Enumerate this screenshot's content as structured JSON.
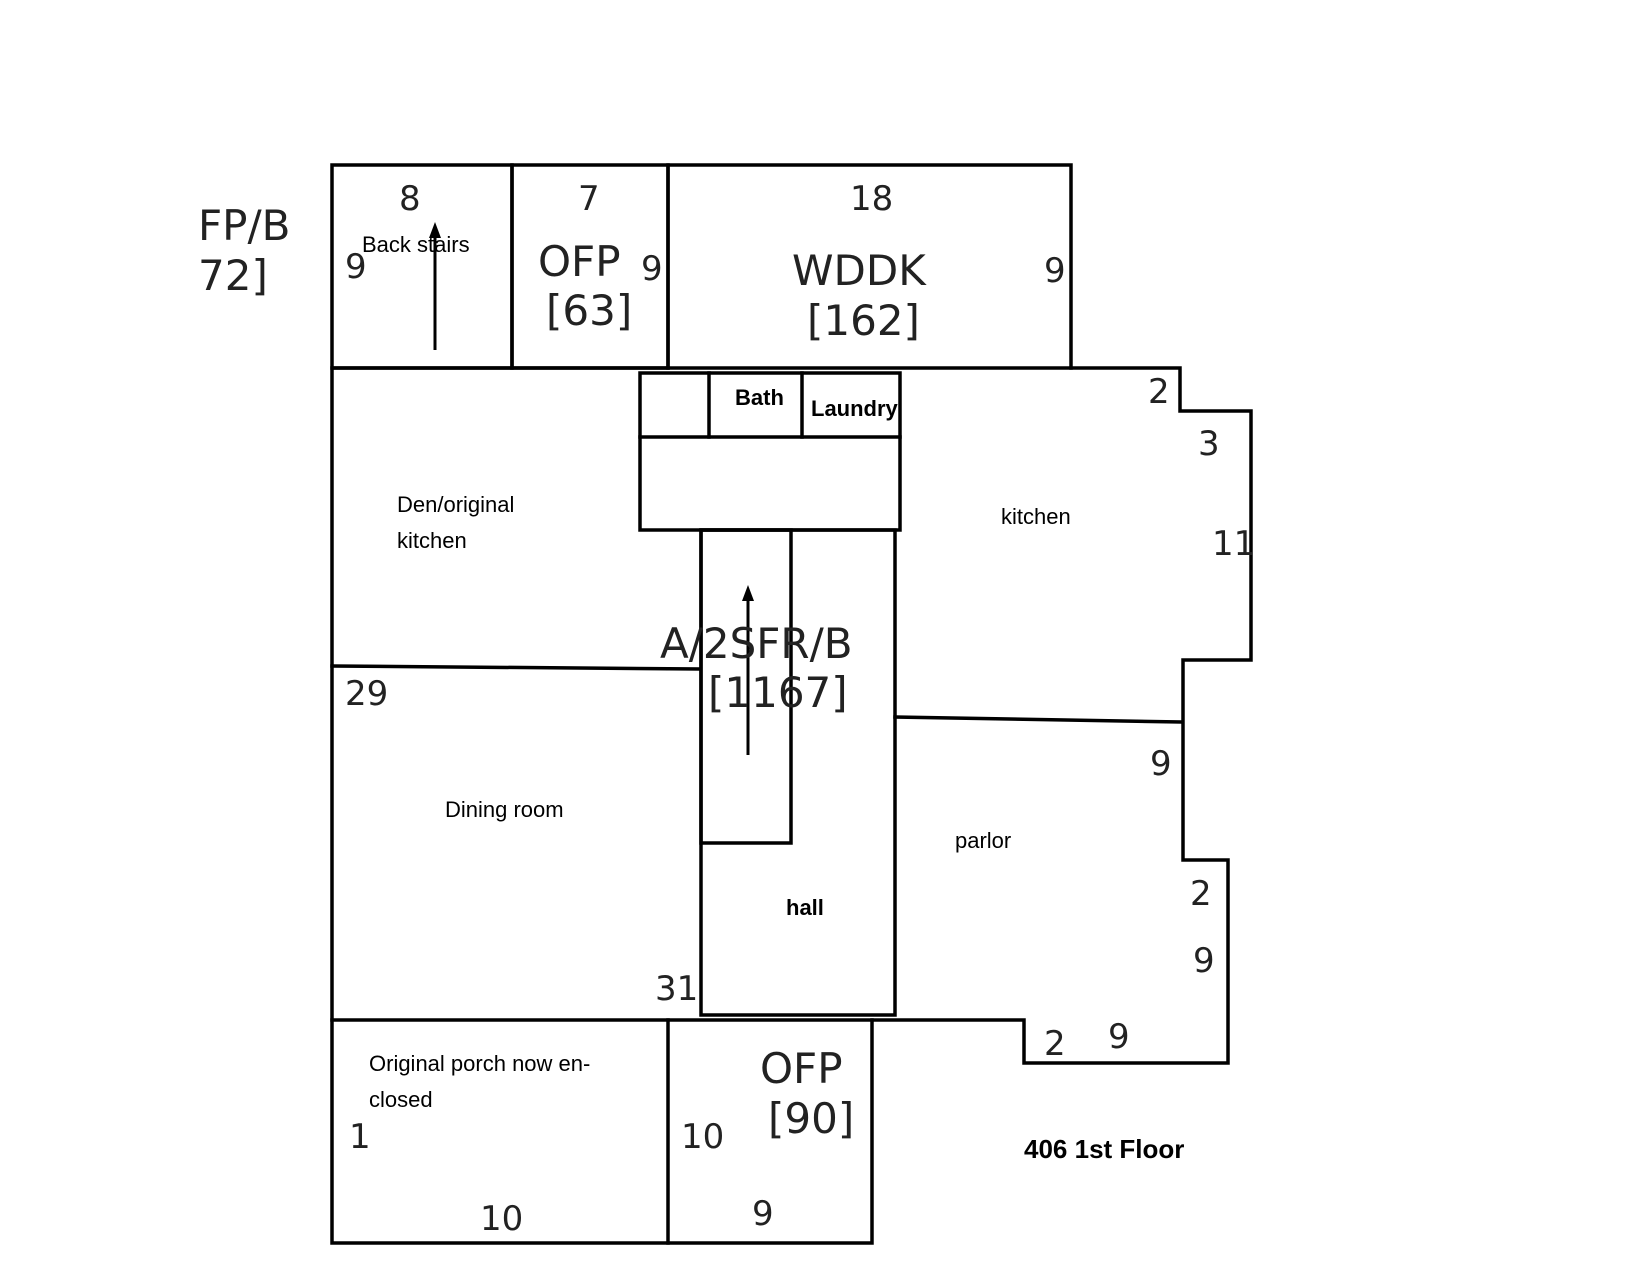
{
  "plan": {
    "title": "406 1st Floor",
    "edge_area": {
      "code": "FP/B",
      "sqft": "72]"
    },
    "main_area": {
      "code": "A/2SFR/B",
      "sqft": "[1167]"
    },
    "back_porch_ofp": {
      "code": "OFP",
      "sqft": "[63]"
    },
    "deck": {
      "code": "WDDK",
      "sqft": "[162]"
    },
    "front_porch_ofp": {
      "code": "OFP",
      "sqft": "[90]"
    },
    "rooms": {
      "back_stairs": "Back stairs",
      "bath": "Bath",
      "laundry": "Laundry",
      "den_line1": "Den/original",
      "den_line2": "kitchen",
      "kitchen": "kitchen",
      "dining": "Dining room",
      "parlor": "parlor",
      "hall": "hall",
      "porch_line1": "Original porch now en-",
      "porch_line2": "closed"
    },
    "dimensions": {
      "stairs_top": "8",
      "stairs_left": "9",
      "ofp_top": "7",
      "ofp_right": "9",
      "deck_top": "18",
      "deck_right": "9",
      "notch_2_top": "2",
      "notch_3": "3",
      "kitchen_side": "11",
      "left_29": "29",
      "parlor_9": "9",
      "parlor_2": "2",
      "parlor_9b": "9",
      "bottom_2": "2",
      "bottom_9": "9",
      "center_31": "31",
      "porch_left": "1",
      "porch_bottom": "10",
      "ofp_left": "10",
      "ofp_bottom": "9"
    }
  }
}
